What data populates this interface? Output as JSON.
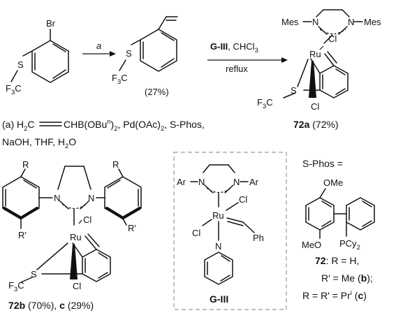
{
  "atoms": {
    "Br": "Br",
    "S": "S",
    "F3": "F",
    "three": "3",
    "C": "C",
    "Mes": "Mes",
    "N": "N",
    "Cl": "Cl",
    "Ru": "Ru",
    "R": "R",
    "Rp": "R′",
    "Ar": "Ar",
    "Ph": "Ph",
    "OMe": "OMe",
    "MeO": "MeO",
    "PCy2": "PCy",
    "two": "2"
  },
  "reaction": {
    "step1_reagent": "a",
    "step2_reagent_bold": "G-III",
    "step2_reagent_rest": ", CHCl",
    "step2_reagent_sub": "3",
    "step2_condition": "reflux",
    "yield_vinyl": "(27%)"
  },
  "conditions": {
    "line1_a": "(a) H",
    "line1_sub2": "2",
    "line1_b": "C",
    "line1_c": "CHB(OBu",
    "line1_sup": "n",
    "line1_d": ")",
    "line1_sub2b": "2",
    "line1_e": ", Pd(OAc)",
    "line1_sub2c": "2",
    "line1_f": ", S-Phos,",
    "line2_a": "NaOH, THF, H",
    "line2_sub": "2",
    "line2_b": "O"
  },
  "compounds": {
    "c72a_bold": "72a",
    "c72a_yield": " (72%)",
    "c72b_bold": "72b",
    "c72b_yield": " (70%), ",
    "c72c_bold": "c",
    "c72c_yield": " (29%)",
    "giii": "G-III"
  },
  "sphos": {
    "header": "S-Phos =",
    "line1_bold": "72",
    "line1_rest": ": R = H,",
    "line2_a": "R′ = Me (",
    "line2_b": "b",
    "line2_c": ");",
    "line3_a": "R = R′ = Pr",
    "line3_sup": "i",
    "line3_b": " (",
    "line3_c": "c",
    "line3_d": ")"
  }
}
